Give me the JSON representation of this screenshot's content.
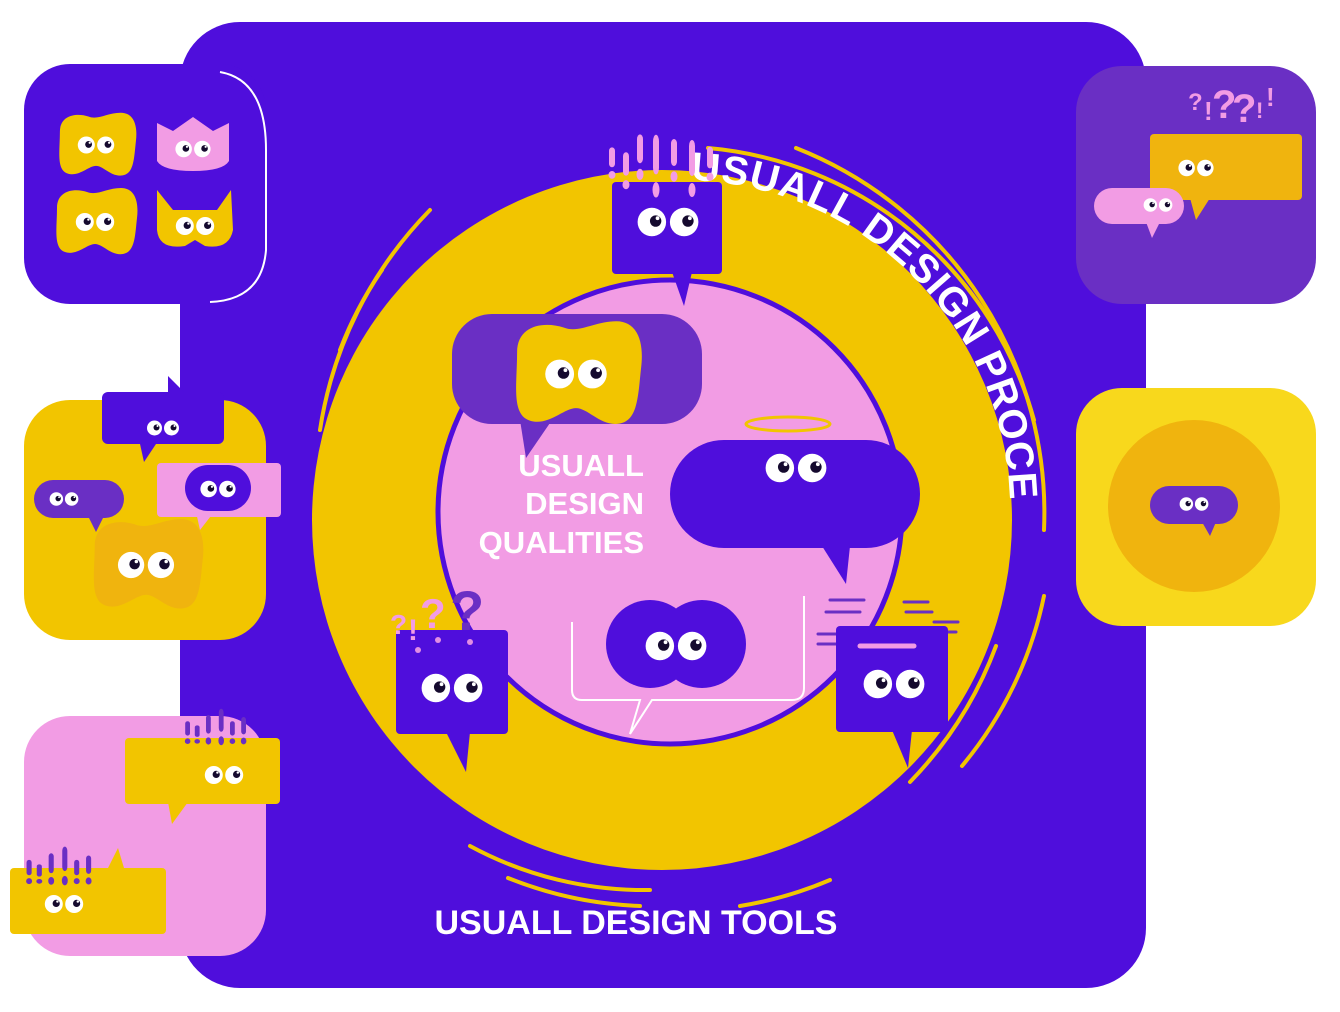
{
  "diagram": {
    "inner_label_lines": [
      "USUALL",
      "DESIGN",
      "QUALITIES"
    ],
    "arc_label": "USUALL DESIGN PROCESS",
    "bottom_label": "USUALL DESIGN TOOLS"
  },
  "glyphs": {
    "exclaim": "!",
    "question": "?"
  },
  "colors": {
    "frame": "#4f0edc",
    "yellow": "#f2c500",
    "pink": "#f29ce4",
    "purple": "#6a2fc4",
    "deep_yellow": "#f0b40e",
    "white": "#ffffff"
  },
  "icons": [
    "blob-face-icon",
    "speech-bubble-icon",
    "exclamation-marks-icon",
    "question-marks-icon",
    "halo-icon",
    "text-lines-icon"
  ]
}
